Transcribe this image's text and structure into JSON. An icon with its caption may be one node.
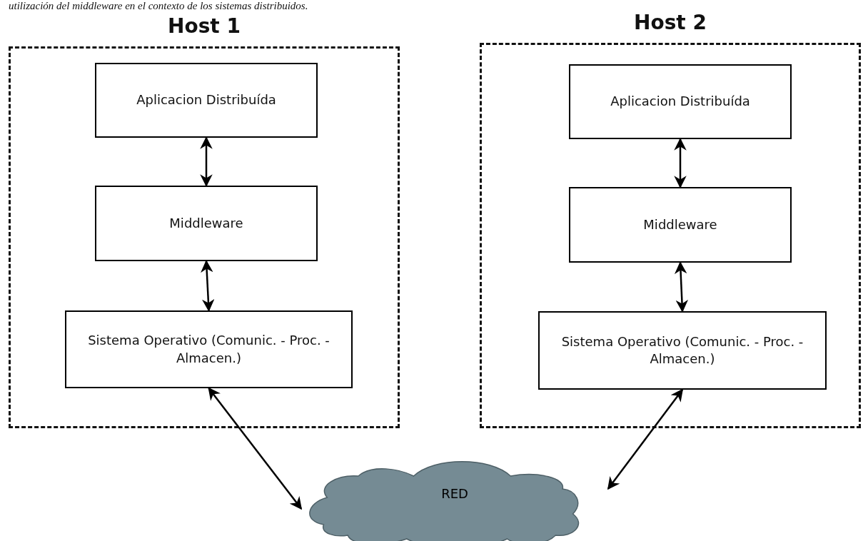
{
  "diagram": {
    "caption": "utilización del middleware en el contexto de los sistemas distribuidos.",
    "nodes": [
      {
        "text": [
          "Host 1"
        ]
      },
      {
        "text": [
          "Aplicacion Distribuída"
        ],
        "in": 0
      },
      {
        "text": [
          "Middleware"
        ],
        "in": 0
      },
      {
        "text": [
          "Sistema Operativo (Comunic. - Proc. - Almacen.)"
        ],
        "in": 0
      },
      {
        "text": [
          "Host 2"
        ]
      },
      {
        "text": [
          "Aplicacion Distribuída"
        ],
        "in": 4
      },
      {
        "text": [
          "Middleware"
        ],
        "in": 4
      },
      {
        "text": [
          "Sistema Operativo (Comunic. - Proc. - Almacen.)"
        ],
        "in": 4
      },
      {
        "text": [
          "RED"
        ]
      }
    ],
    "edges": [
      {
        "from": 1,
        "to": 2,
        "arrow": "both"
      },
      {
        "from": 2,
        "to": 3,
        "arrow": "both"
      },
      {
        "from": 5,
        "to": 6,
        "arrow": "both"
      },
      {
        "from": 6,
        "to": 7,
        "arrow": "both"
      },
      {
        "from": 3,
        "to": 8,
        "arrow": "both"
      },
      {
        "from": 7,
        "to": 8,
        "arrow": "both"
      }
    ]
  }
}
